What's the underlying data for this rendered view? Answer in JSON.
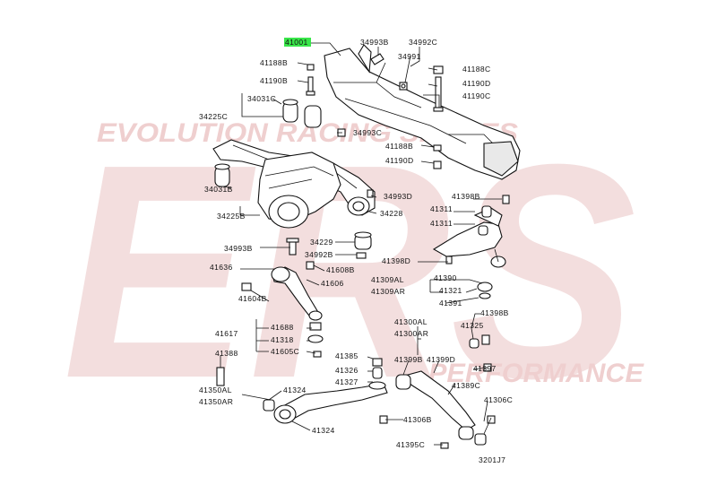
{
  "diagram": {
    "code": "3201J7",
    "highlight_color": "#39e64a",
    "watermark": {
      "logo_text": "ERS",
      "line1": "EVOLUTION RACING SPARES",
      "line2": "PERFORMANCE",
      "color": "#f3dede"
    },
    "labels": {
      "p41001": "41001",
      "p34993B_a": "34993B",
      "p34992C": "34992C",
      "p41188B_a": "41188B",
      "p34991": "34991",
      "p41188C": "41188C",
      "p41190B": "41190B",
      "p41190D": "41190D",
      "p34031C": "34031C",
      "p41190C": "41190C",
      "p34225C": "34225C",
      "p34993C": "34993C",
      "p41188B_b": "41188B",
      "p41190D_b": "41190D",
      "p34031B": "34031B",
      "p34993D": "34993D",
      "p41398B": "41398B",
      "p34225B": "34225B",
      "p34228": "34228",
      "p41311_a": "41311",
      "p41311_b": "41311",
      "p34229": "34229",
      "p34993B_b": "34993B",
      "p34992B": "34992B",
      "p41398D": "41398D",
      "p41636": "41636",
      "p41608B": "41608B",
      "p41390": "41390",
      "p41606": "41606",
      "p41309AL": "41309AL",
      "p41309AR": "41309AR",
      "p41604B": "41604B",
      "p41321": "41321",
      "p41391": "41391",
      "p41398B_b": "41398B",
      "p41688": "41688",
      "p41617": "41617",
      "p41318": "41318",
      "p41300AL": "41300AL",
      "p41325": "41325",
      "p41605C": "41605C",
      "p41300AR": "41300AR",
      "p41388": "41388",
      "p41385": "41385",
      "p41399B": "41399B",
      "p41399D": "41399D",
      "p41397": "41397",
      "p41326": "41326",
      "p41327": "41327",
      "p41389C": "41389C",
      "p41350AL": "41350AL",
      "p41324_a": "41324",
      "p41350AR": "41350AR",
      "p41306B": "41306B",
      "p41306C": "41306C",
      "p41324_b": "41324",
      "p41395C": "41395C"
    }
  }
}
